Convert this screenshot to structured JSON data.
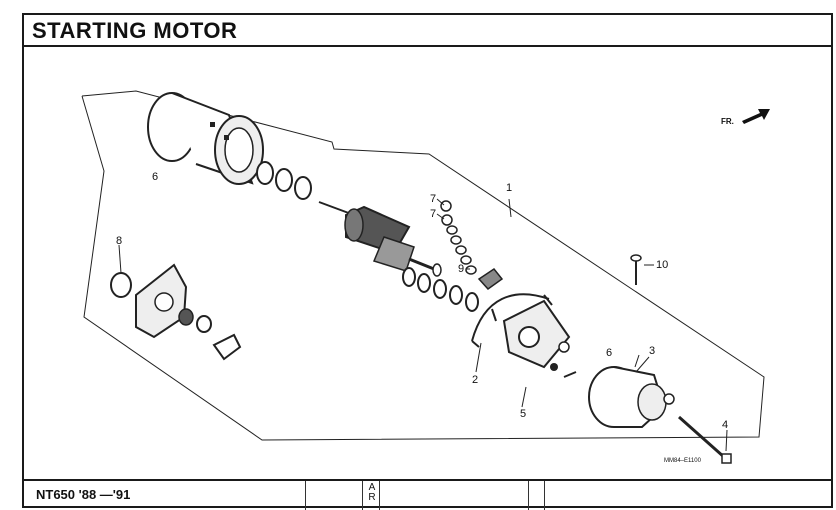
{
  "page": {
    "title": "STARTING MOTOR",
    "model": "NT650 '88 —'91",
    "side_mark": "A\nR"
  },
  "diagram": {
    "orientation_label": "FR.",
    "drawing_number": "MM84–E1100",
    "callouts": [
      "1",
      "2",
      "3",
      "4",
      "5",
      "6",
      "6",
      "7",
      "7",
      "8",
      "9",
      "10"
    ]
  }
}
